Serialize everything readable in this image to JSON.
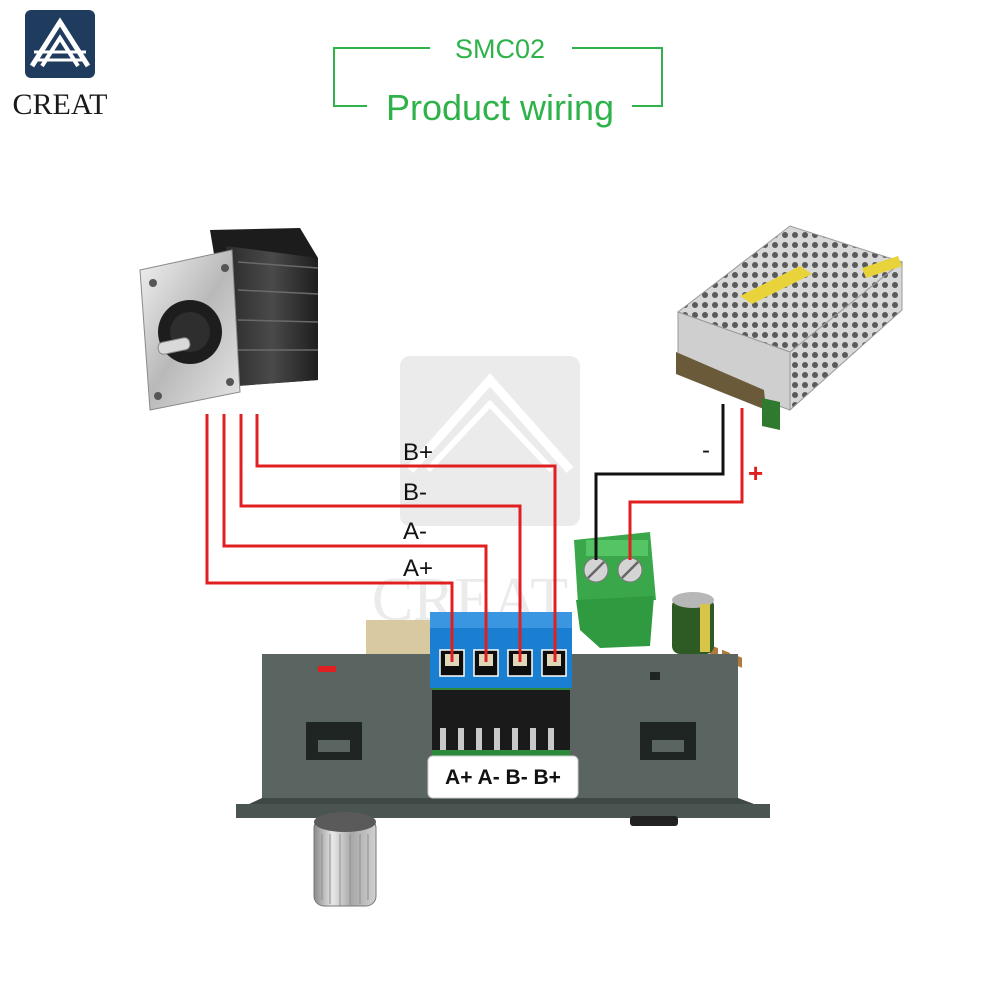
{
  "brand": {
    "name": "CREAT",
    "logo_icon": "roof-triangle-logo-icon",
    "watermark": "CREAT"
  },
  "header": {
    "model": "SMC02",
    "subtitle": "Product wiring",
    "accent_color": "#2fb24a"
  },
  "wires": {
    "b_plus": "B+",
    "b_minus": "B-",
    "a_minus": "A-",
    "a_plus": "A+",
    "power_negative": "-",
    "power_positive": "+",
    "motor_color": "#e02020",
    "negative_color": "#111111",
    "positive_color": "#e02020"
  },
  "terminal_label": {
    "text": "A+ A- B- B+"
  },
  "components": {
    "motor": "stepper-motor",
    "psu": "switching-power-supply",
    "controller": "smc02-controller"
  }
}
